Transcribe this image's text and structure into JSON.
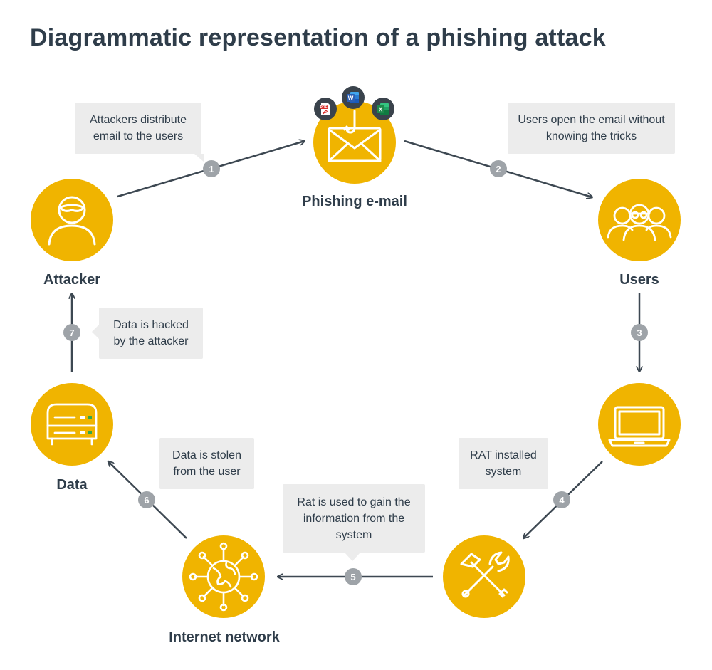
{
  "title": "Diagrammatic representation of a phishing attack",
  "nodes": {
    "phishing": {
      "label": "Phishing e-mail",
      "icon": "envelope-hook-icon"
    },
    "users": {
      "label": "Users",
      "icon": "users-group-icon"
    },
    "laptop": {
      "label": "",
      "icon": "laptop-icon"
    },
    "tools": {
      "label": "",
      "icon": "hammer-wrench-icon"
    },
    "network": {
      "label": "Internet network",
      "icon": "globe-network-icon"
    },
    "data": {
      "label": "Data",
      "icon": "server-icon"
    },
    "attacker": {
      "label": "Attacker",
      "icon": "masked-attacker-icon"
    }
  },
  "file_badges": [
    {
      "icon": "pdf-file-icon",
      "text": "PDF"
    },
    {
      "icon": "word-file-icon",
      "text": "W"
    },
    {
      "icon": "excel-file-icon",
      "text": "X"
    }
  ],
  "steps": [
    {
      "number": "1",
      "text": "Attackers distribute email to the users"
    },
    {
      "number": "2",
      "text": "Users open the email without knowing the tricks"
    },
    {
      "number": "3",
      "text": ""
    },
    {
      "number": "4",
      "text": "RAT installed system"
    },
    {
      "number": "5",
      "text": "Rat is used to gain the information from the system"
    },
    {
      "number": "6",
      "text": "Data is stolen from the user"
    },
    {
      "number": "7",
      "text": "Data is hacked by the attacker"
    }
  ],
  "colors": {
    "node": "#f0b400",
    "arrow": "#3d4852",
    "callout": "#ececec",
    "step_badge": "#9ea3a8",
    "text": "#2f3d4a",
    "word_blue": "#2b5fb4",
    "excel_green": "#1f8a4c",
    "pdf_red": "#d9302c"
  }
}
